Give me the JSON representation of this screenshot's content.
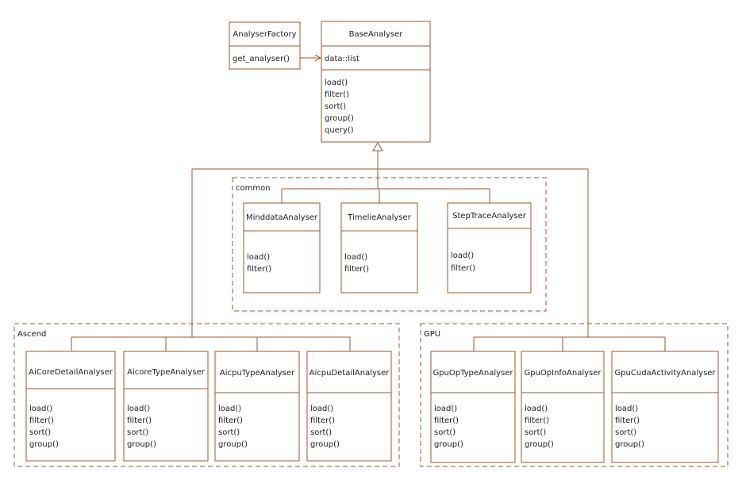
{
  "colors": {
    "stroke": "#9c5a2a",
    "text": "#222222",
    "background": "#ffffff"
  },
  "groups": {
    "common": "common",
    "ascend": "Ascend",
    "gpu": "GPU"
  },
  "classes": {
    "factory": {
      "name": "AnalyserFactory",
      "methods": [
        "get_analyser()"
      ]
    },
    "base": {
      "name": "BaseAnalyser",
      "attributes": [
        "data::list"
      ],
      "methods": [
        "load()",
        "filter()",
        "sort()",
        "group()",
        "query()"
      ]
    },
    "minddata": {
      "name": "MinddataAnalyser",
      "methods": [
        "load()",
        "filter()"
      ]
    },
    "timeline": {
      "name": "TimelieAnalyser",
      "methods": [
        "load()",
        "filter()"
      ]
    },
    "steptrace": {
      "name": "StepTraceAnalyser",
      "methods": [
        "load()",
        "filter()"
      ]
    },
    "aicoredetail": {
      "name": "AiCoreDetailAnalyser",
      "methods": [
        "load()",
        "filter()",
        "sort()",
        "group()"
      ]
    },
    "aicoretype": {
      "name": "AicoreTypeAnalyser",
      "methods": [
        "load()",
        "filter()",
        "sort()",
        "group()"
      ]
    },
    "aicputype": {
      "name": "AicpuTypeAnalyser",
      "methods": [
        "load()",
        "filter()",
        "sort()",
        "group()"
      ]
    },
    "aicpudetail": {
      "name": "AicpuDetailAnalyser",
      "methods": [
        "load()",
        "filter()",
        "sort()",
        "group()"
      ]
    },
    "gpuoptype": {
      "name": "GpuOpTypeAnalyser",
      "methods": [
        "load()",
        "filter()",
        "sort()",
        "group()"
      ]
    },
    "gpuopinfo": {
      "name": "GpuOpInfoAnalyser",
      "methods": [
        "load()",
        "filter()",
        "sort()",
        "group()"
      ]
    },
    "gpucuda": {
      "name": "GpuCudaActivityAnalyser",
      "methods": [
        "load()",
        "filter()",
        "sort()",
        "group()"
      ]
    }
  }
}
